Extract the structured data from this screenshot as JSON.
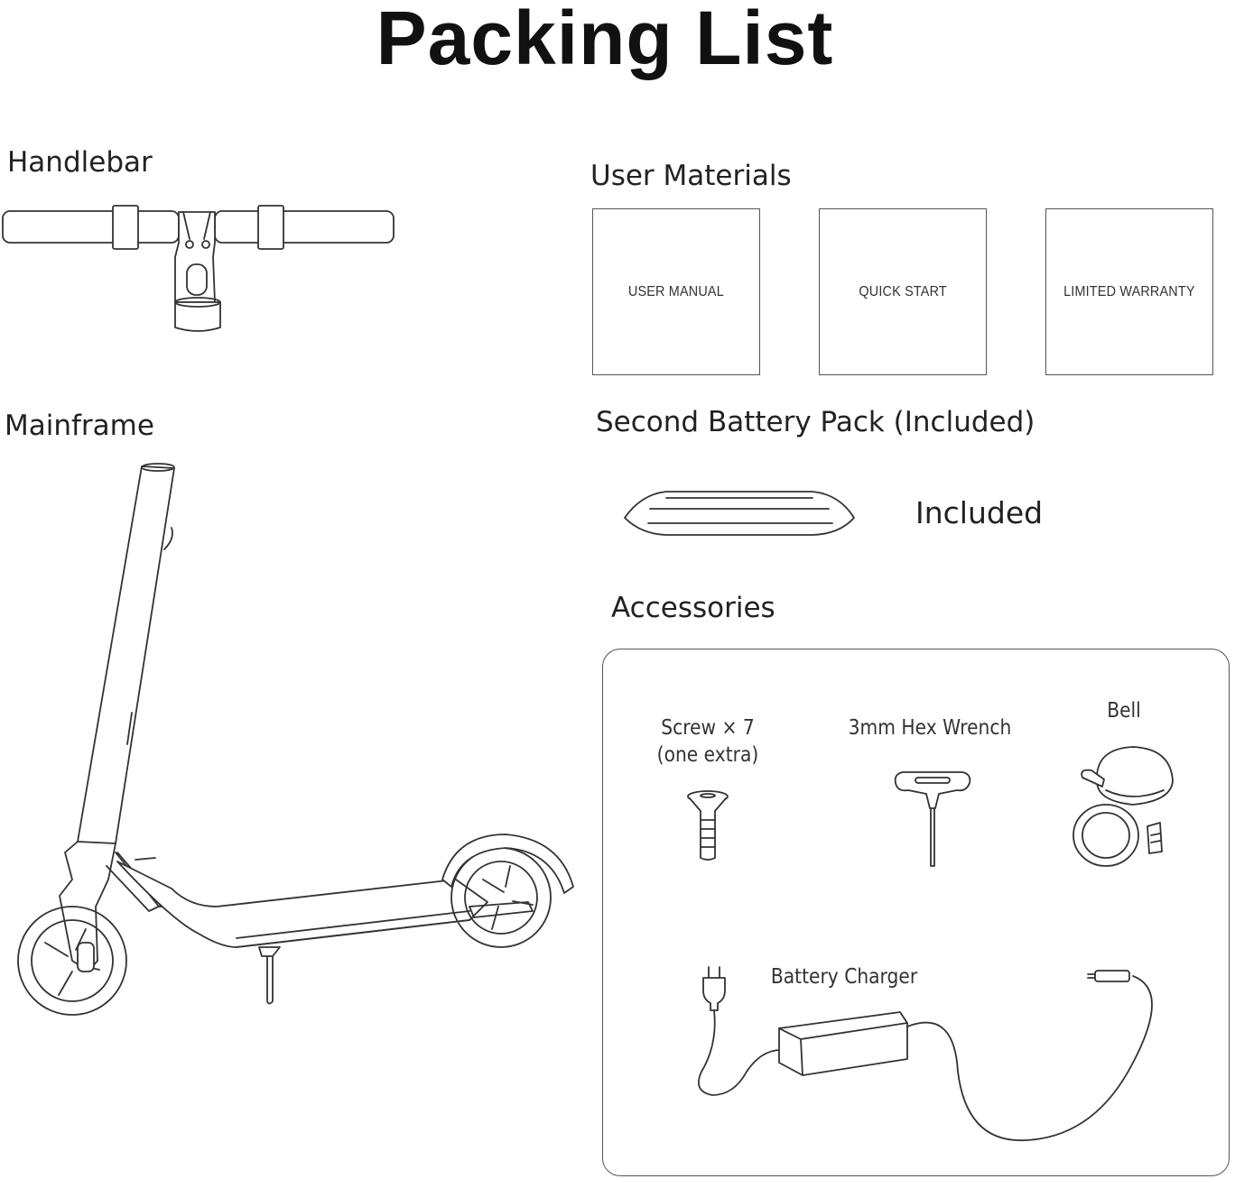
{
  "title": "Packing List",
  "handlebar": {
    "label": "Handlebar",
    "icon": "handlebar-icon"
  },
  "mainframe": {
    "label": "Mainframe",
    "icon": "scooter-mainframe-icon"
  },
  "user_materials": {
    "label": "User Materials",
    "items": [
      "USER MANUAL",
      "QUICK START",
      "LIMITED WARRANTY"
    ]
  },
  "battery": {
    "label": "Second Battery Pack (Included)",
    "status": "Included",
    "icon": "battery-pack-icon"
  },
  "accessories": {
    "label": "Accessories",
    "screw": {
      "line1": "Screw × 7",
      "line2": "(one extra)",
      "icon": "screw-icon"
    },
    "wrench": {
      "label": "3mm Hex Wrench",
      "icon": "hex-wrench-icon"
    },
    "bell": {
      "label": "Bell",
      "icon": "bell-icon"
    },
    "charger": {
      "label": "Battery Charger",
      "icon": "battery-charger-icon"
    }
  },
  "colors": {
    "text": "#1e1e1e",
    "line": "#333333",
    "background": "#ffffff"
  }
}
